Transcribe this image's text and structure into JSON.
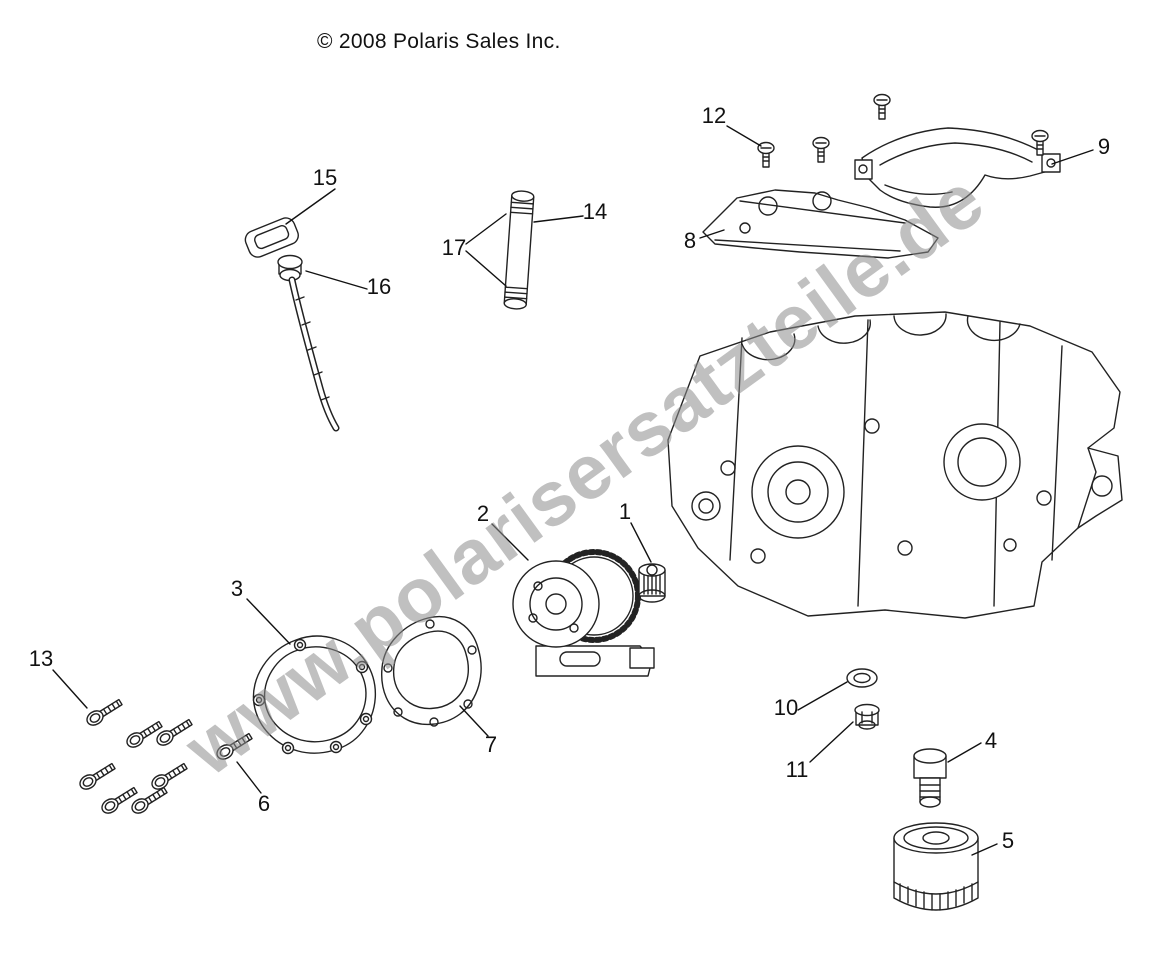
{
  "page": {
    "copyright": "© 2008 Polaris Sales Inc.",
    "watermark": "www.polarisersatzteile.de"
  },
  "callouts": [
    {
      "number": "1"
    },
    {
      "number": "2"
    },
    {
      "number": "3"
    },
    {
      "number": "4"
    },
    {
      "number": "5"
    },
    {
      "number": "6"
    },
    {
      "number": "7"
    },
    {
      "number": "8"
    },
    {
      "number": "9"
    },
    {
      "number": "10"
    },
    {
      "number": "11"
    },
    {
      "number": "12"
    },
    {
      "number": "13"
    },
    {
      "number": "14"
    },
    {
      "number": "15"
    },
    {
      "number": "16"
    },
    {
      "number": "17"
    }
  ]
}
